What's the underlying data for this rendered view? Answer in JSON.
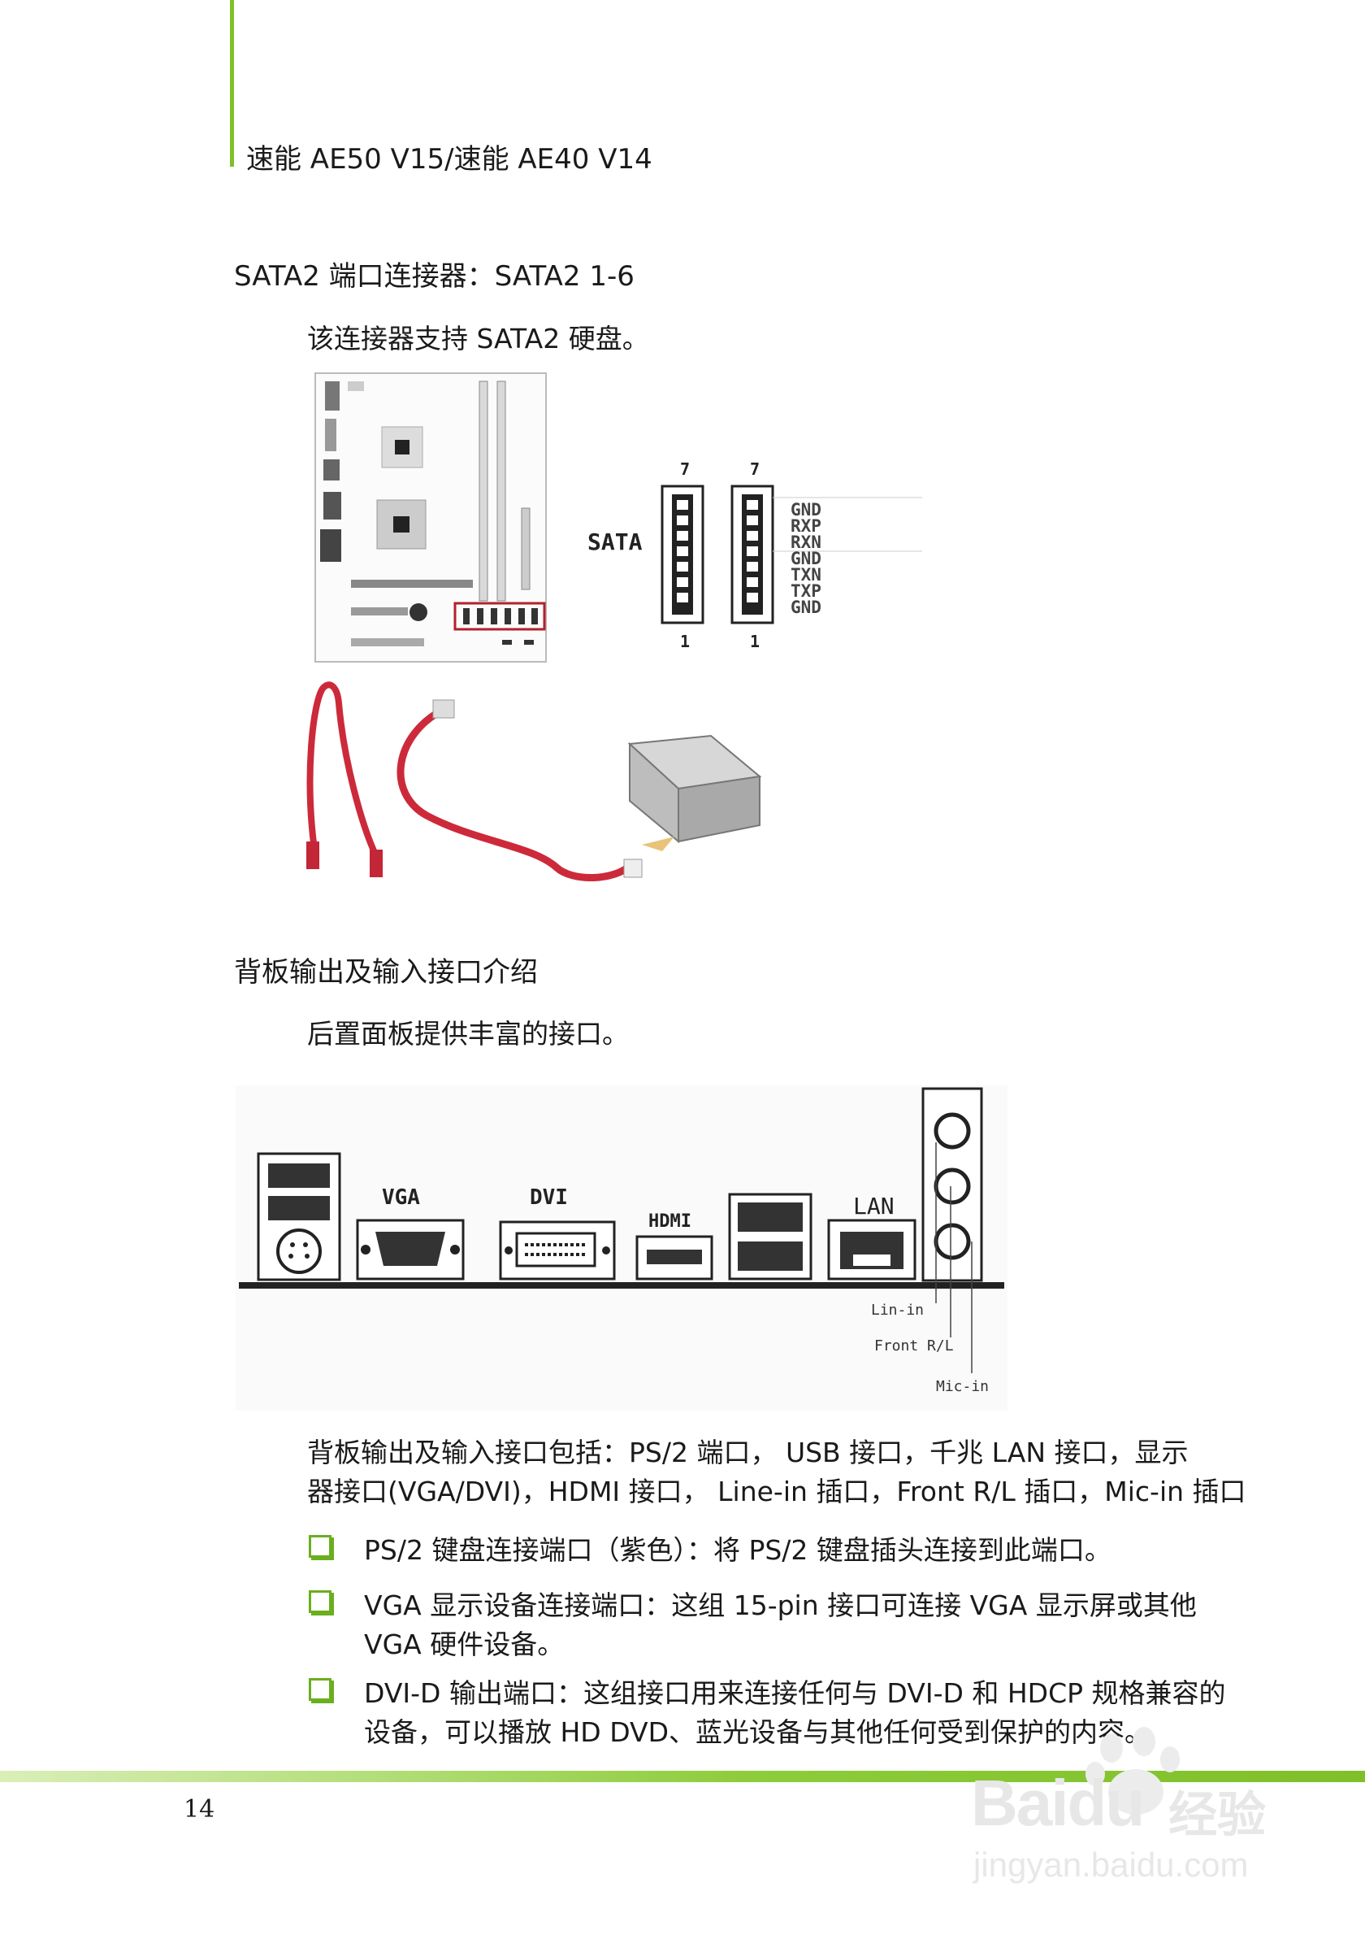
{
  "header": {
    "title": "速能 AE50 V15/速能 AE40 V14"
  },
  "section_sata": {
    "heading": "SATA2 端口连接器：SATA2 1-6",
    "description": "该连接器支持 SATA2 硬盘。",
    "diagram": {
      "label": "SATA",
      "pin_top_1": "7",
      "pin_top_2": "7",
      "pin_bottom_1": "1",
      "pin_bottom_2": "1",
      "signals": [
        "GND",
        "RXP",
        "RXN",
        "GND",
        "TXN",
        "TXP",
        "GND"
      ]
    }
  },
  "section_backpanel": {
    "heading": "背板输出及输入接口介绍",
    "description": "后置面板提供丰富的接口。",
    "diagram": {
      "vga": "VGA",
      "dvi": "DVI",
      "hdmi": "HDMI",
      "lan": "LAN",
      "line_in": "Lin-in",
      "front": "Front R/L",
      "mic": "Mic-in"
    },
    "summary_line1": "背板输出及输入接口包括：PS/2 端口，  USB 接口，千兆 LAN 接口，显示",
    "summary_line2": "器接口(VGA/DVI)，HDMI 接口，  Line-in 插口，Front R/L 插口，Mic-in 插口",
    "bullets": [
      {
        "line1": "PS/2  键盘连接端口（紫色）：将  PS/2  键盘插头连接到此端口。",
        "line2": ""
      },
      {
        "line1": "VGA  显示设备连接端口：这组  15-pin  接口可连接 VGA  显示屏或其他",
        "line2": "VGA  硬件设备。"
      },
      {
        "line1": "DVI-D  输出端口：这组接口用来连接任何与  DVI-D  和  HDCP  规格兼容的",
        "line2": "设备，可以播放  HD DVD、蓝光设备与其他任何受到保护的内容。"
      }
    ]
  },
  "footer": {
    "page_number": "14"
  },
  "watermark": {
    "brand": "Bai",
    "brand2": "du",
    "suffix": "经验",
    "url": "jingyan.baidu.com"
  },
  "colors": {
    "accent_green": "#7fbf2a",
    "cable_red": "#cc2a3a"
  }
}
